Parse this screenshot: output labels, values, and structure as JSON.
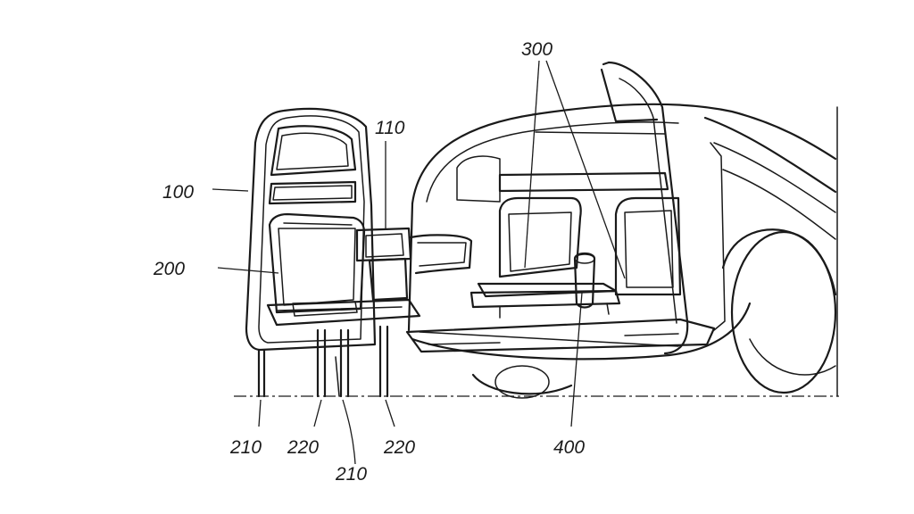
{
  "labels": {
    "l100": "100",
    "l110": "110",
    "l200": "200",
    "l300": "300",
    "l400": "400",
    "l210a": "210",
    "l220a": "220",
    "l210b": "210",
    "l220b": "220"
  }
}
